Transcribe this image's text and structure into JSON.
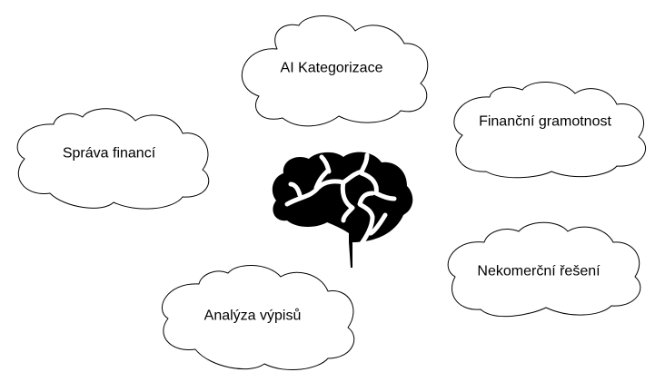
{
  "diagram": {
    "center_icon": "brain-icon",
    "nodes": [
      {
        "id": "ai-kategorizace",
        "label": "AI Kategorizace"
      },
      {
        "id": "financni-gramotnost",
        "label": "Finanční gramotnost"
      },
      {
        "id": "sprava-financi",
        "label": "Správa financí"
      },
      {
        "id": "nekomercni-reseni",
        "label": "Nekomerční řešení"
      },
      {
        "id": "analyza-vypisu",
        "label": "Analýza výpisů"
      }
    ],
    "colors": {
      "stroke": "#000000",
      "fill": "#ffffff",
      "icon": "#000000",
      "icon_detail": "#ffffff"
    }
  }
}
